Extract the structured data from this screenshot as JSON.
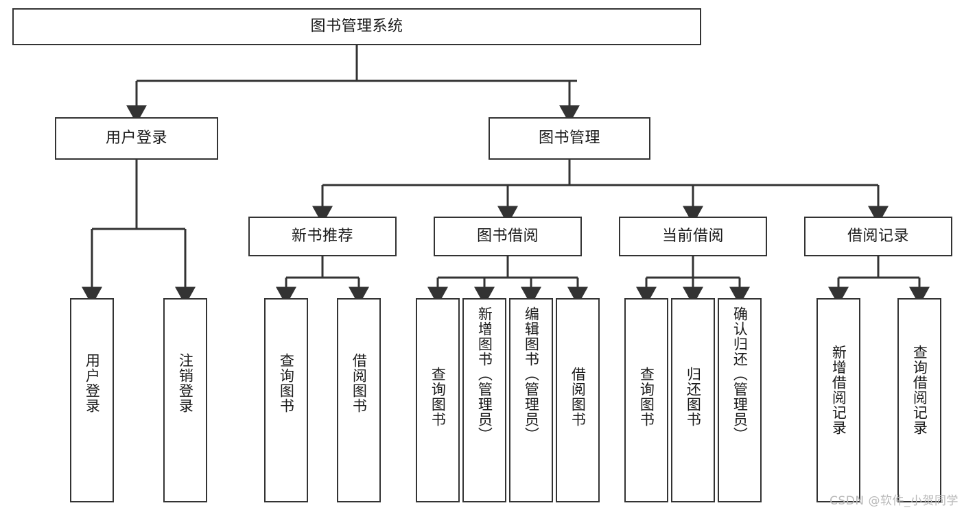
{
  "diagram": {
    "title": "图书管理系统",
    "type": "hierarchy-tree",
    "levels": 4,
    "colors": {
      "node_border": "#333333",
      "node_fill": "#ffffff",
      "edge": "#333333",
      "text": "#1a1a1a",
      "watermark": "#b9b9b9",
      "background": "#ffffff"
    },
    "root": {
      "label": "图书管理系统"
    },
    "level2": [
      {
        "label": "用户登录"
      },
      {
        "label": "图书管理"
      }
    ],
    "level3": [
      {
        "label": "新书推荐"
      },
      {
        "label": "图书借阅"
      },
      {
        "label": "当前借阅"
      },
      {
        "label": "借阅记录"
      }
    ],
    "leaves": {
      "user_login": [
        {
          "label": "用户登录"
        },
        {
          "label": "注销登录"
        }
      ],
      "new_book_recommend": [
        {
          "label": "查询图书"
        },
        {
          "label": "借阅图书"
        }
      ],
      "book_borrow": [
        {
          "label": "查询图书"
        },
        {
          "label": "新增图书（管理员）"
        },
        {
          "label": "编辑图书（管理员）"
        },
        {
          "label": "借阅图书"
        }
      ],
      "current_borrow": [
        {
          "label": "查询图书"
        },
        {
          "label": "归还图书"
        },
        {
          "label": "确认归还（管理员）"
        }
      ],
      "borrow_record": [
        {
          "label": "新增借阅记录"
        },
        {
          "label": "查询借阅记录"
        }
      ]
    }
  },
  "watermark": {
    "text": "CSDN @软件_小贺同学"
  }
}
